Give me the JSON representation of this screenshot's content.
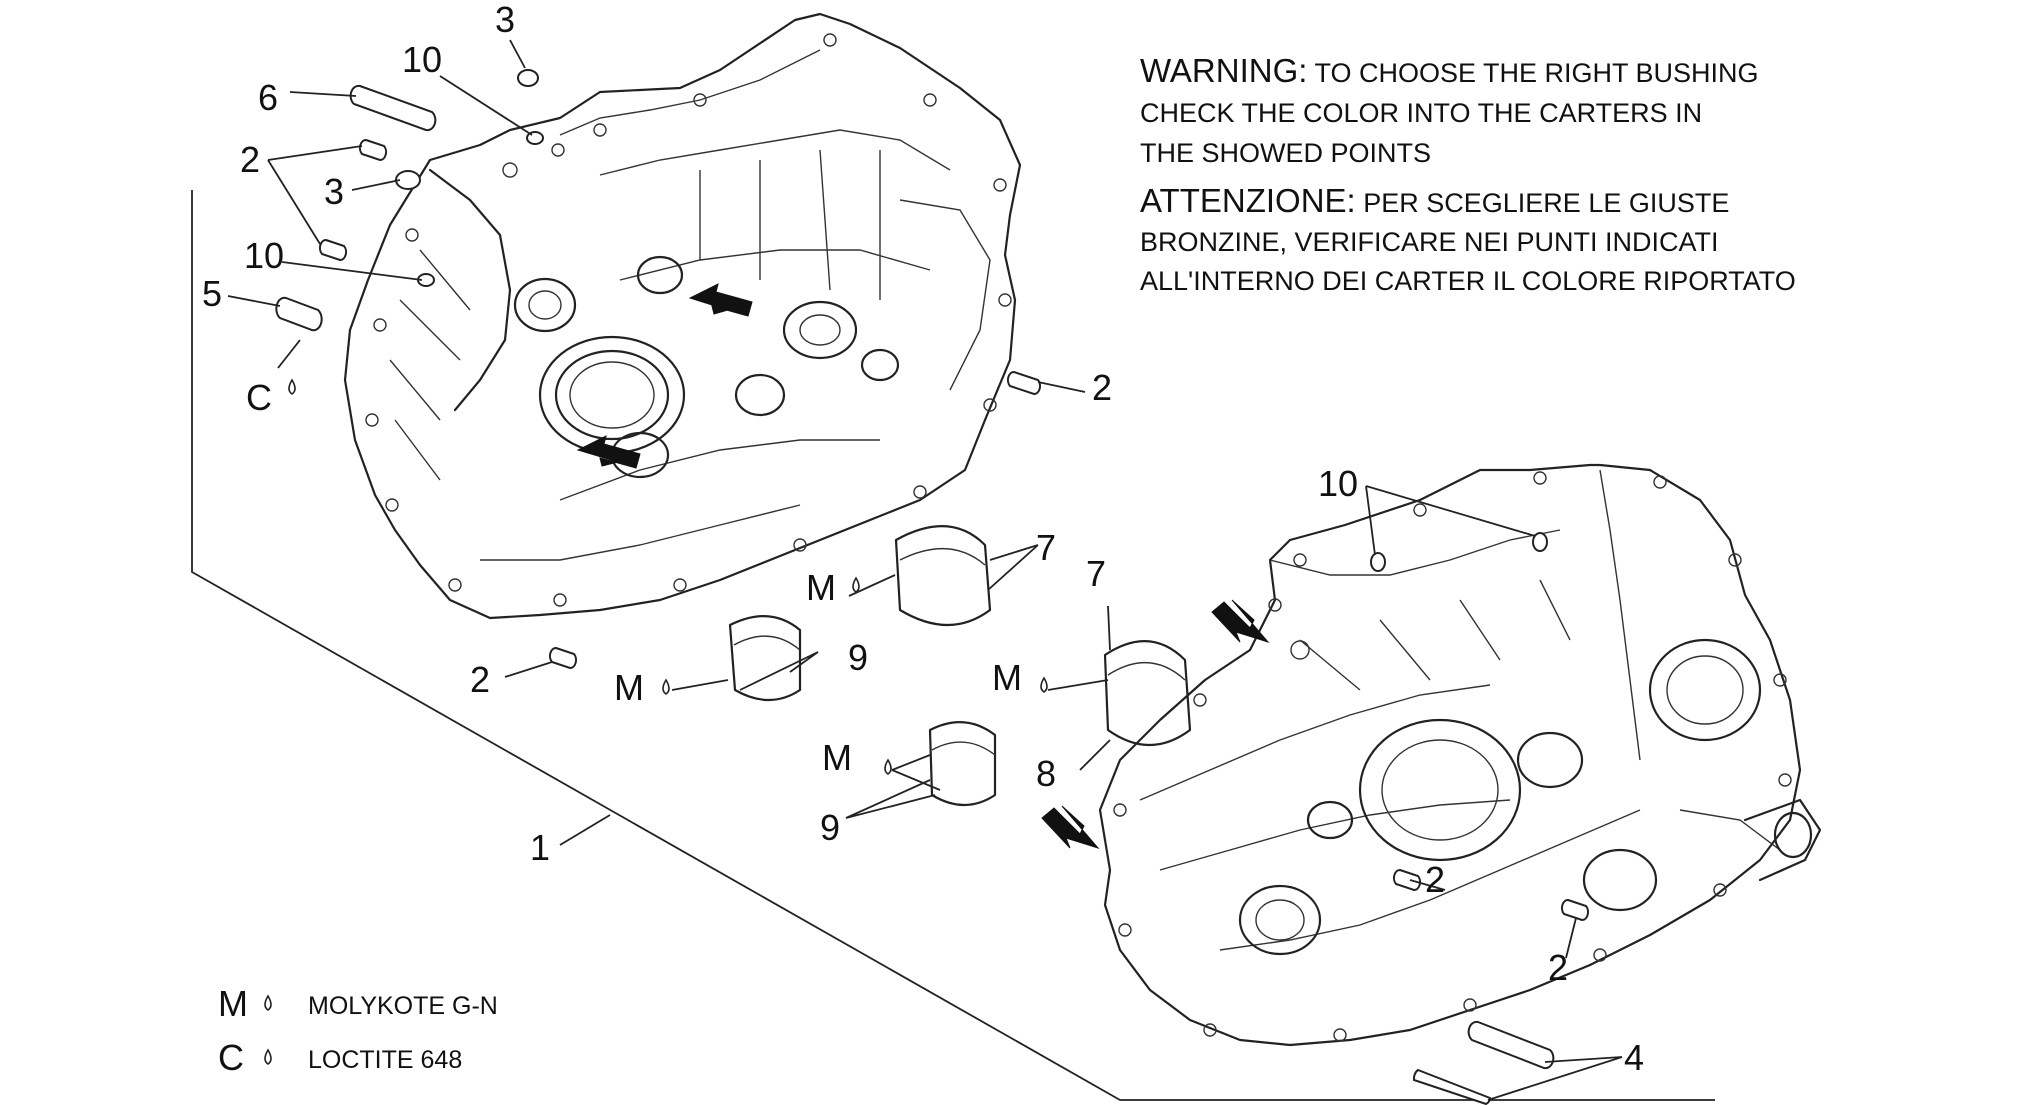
{
  "notes": {
    "warning": {
      "key": "WARNING:",
      "lines": [
        "TO CHOOSE THE RIGHT BUSHING",
        "CHECK THE COLOR INTO THE CARTERS IN",
        "THE SHOWED POINTS"
      ]
    },
    "attenzione": {
      "key": "ATTENZIONE:",
      "lines": [
        "PER SCEGLIERE LE GIUSTE",
        "BRONZINE, VERIFICARE NEI PUNTI INDICATI",
        "ALL'INTERNO DEI CARTER IL COLORE RIPORTATO"
      ]
    }
  },
  "callouts": {
    "c3a": "3",
    "c10a": "10",
    "c6": "6",
    "c2a": "2",
    "c3b": "3",
    "c10b": "10",
    "c5": "5",
    "cC": "C",
    "c2b": "2",
    "c7a": "7",
    "cMa": "M",
    "c9a": "9",
    "cMb": "M",
    "c2c": "2",
    "c1": "1",
    "c10c": "10",
    "c7b": "7",
    "cMc": "M",
    "c8": "8",
    "cMd": "M",
    "c9b": "9",
    "c2d": "2",
    "c2e": "2",
    "c4": "4"
  },
  "legend": [
    {
      "symbol": "M",
      "label": "MOLYKOTE G-N"
    },
    {
      "symbol": "C",
      "label": "LOCTITE 648"
    }
  ]
}
